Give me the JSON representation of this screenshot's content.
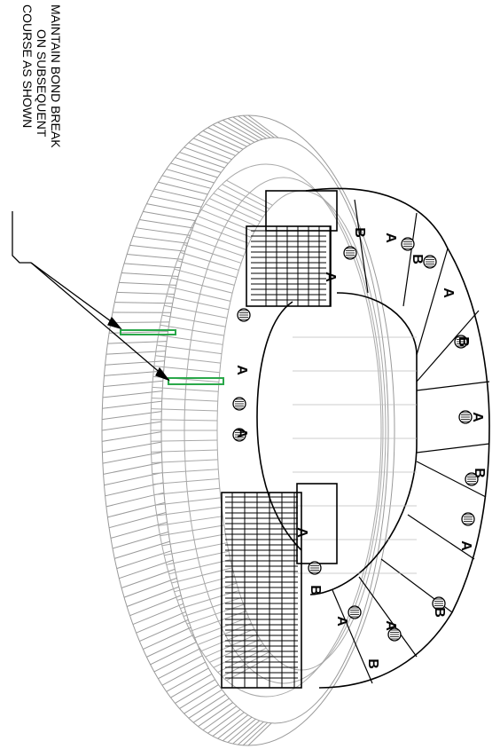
{
  "note": {
    "lines": [
      "MAINTAIN BOND BREAK",
      "ON SUBSEQUENT",
      "COURSE AS SHOWN"
    ]
  },
  "block_labels": {
    "a": "A",
    "b": "B"
  },
  "colors": {
    "outline": "#000000",
    "ghost": "#9a9a9a",
    "highlight": "#2aa84a"
  }
}
